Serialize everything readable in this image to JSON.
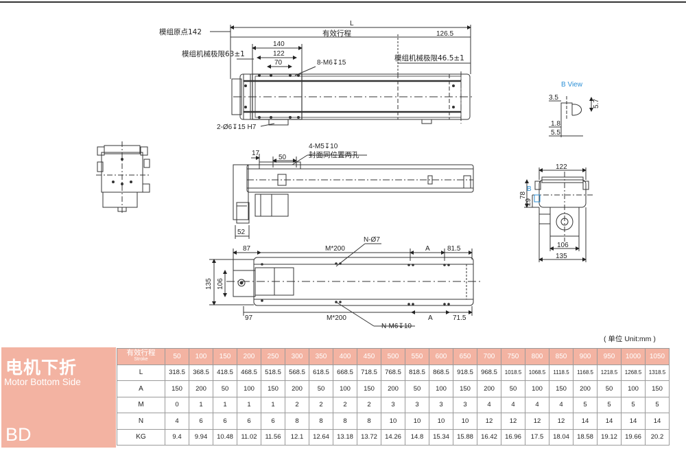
{
  "drawing": {
    "L": "L",
    "effective_stroke": "有效行程",
    "module_origin": "模组原点142",
    "mech_limit_left": "模组机械极限63±1",
    "mech_limit_right": "模组机械极限46.5±1",
    "dim_126_5": "126.5",
    "dim_140": "140",
    "dim_122_top": "122",
    "dim_70": "70",
    "holes_8": "8-M6↧15",
    "pins": "2-Ø6↧15 H7",
    "holes_4": "4-M5↧10",
    "holes_4_note": "封面同位置两孔",
    "dim_17": "17",
    "dim_50": "50",
    "dim_52": "52",
    "dim_87": "87",
    "dim_m200_top": "M*200",
    "n_phi7": "N-Ø7",
    "dim_A_top": "A",
    "dim_81_5": "81.5",
    "dim_135_left": "135",
    "dim_106_left": "106",
    "dim_97": "97",
    "dim_m200_bottom": "M*200",
    "n_m6": "N-M6↧10",
    "dim_A_bottom": "A",
    "dim_71_5": "71.5",
    "b_view": "B View",
    "dim_3_5": "3.5",
    "dim_5_7": "5.7",
    "dim_1_8": "1.8",
    "dim_5_5": "5.5",
    "dim_122_side": "122",
    "dim_78": "78",
    "dim_29": "29",
    "b_mark": "B",
    "dim_106_side": "106",
    "dim_135_side": "135"
  },
  "unit_note": "( 单位 Unit:mm )",
  "panel": {
    "title_cn": "电机下折",
    "title_en": "Motor Bottom Side",
    "code": "BD"
  },
  "table": {
    "stroke_label_cn": "有效行程",
    "stroke_label_en": "Stroke",
    "strokes": [
      "50",
      "100",
      "150",
      "200",
      "250",
      "300",
      "350",
      "400",
      "450",
      "500",
      "550",
      "600",
      "650",
      "700",
      "750",
      "800",
      "850",
      "900",
      "950",
      "1000",
      "1050"
    ],
    "rows": [
      {
        "label": "L",
        "values": [
          "318.5",
          "368.5",
          "418.5",
          "468.5",
          "518.5",
          "568.5",
          "618.5",
          "668.5",
          "718.5",
          "768.5",
          "818.5",
          "868.5",
          "918.5",
          "968.5",
          "1018.5",
          "1068.5",
          "1118.5",
          "1168.5",
          "1218.5",
          "1268.5",
          "1318.5"
        ]
      },
      {
        "label": "A",
        "values": [
          "150",
          "200",
          "50",
          "100",
          "150",
          "200",
          "50",
          "100",
          "150",
          "200",
          "50",
          "100",
          "150",
          "200",
          "50",
          "100",
          "150",
          "200",
          "50",
          "100",
          "150"
        ]
      },
      {
        "label": "M",
        "values": [
          "0",
          "1",
          "1",
          "1",
          "1",
          "2",
          "2",
          "2",
          "2",
          "3",
          "3",
          "3",
          "3",
          "4",
          "4",
          "4",
          "4",
          "5",
          "5",
          "5",
          "5"
        ]
      },
      {
        "label": "N",
        "values": [
          "4",
          "6",
          "6",
          "6",
          "6",
          "8",
          "8",
          "8",
          "8",
          "10",
          "10",
          "10",
          "10",
          "12",
          "12",
          "12",
          "12",
          "14",
          "14",
          "14",
          "14"
        ]
      },
      {
        "label": "KG",
        "values": [
          "9.4",
          "9.94",
          "10.48",
          "11.02",
          "11.56",
          "12.1",
          "12.64",
          "13.18",
          "13.72",
          "14.26",
          "14.8",
          "15.34",
          "15.88",
          "16.42",
          "16.96",
          "17.5",
          "18.04",
          "18.58",
          "19.12",
          "19.66",
          "20.2"
        ]
      }
    ]
  },
  "colors": {
    "accent": "#f3b3a2",
    "b_view": "#2b8fd6",
    "line": "#333333"
  }
}
